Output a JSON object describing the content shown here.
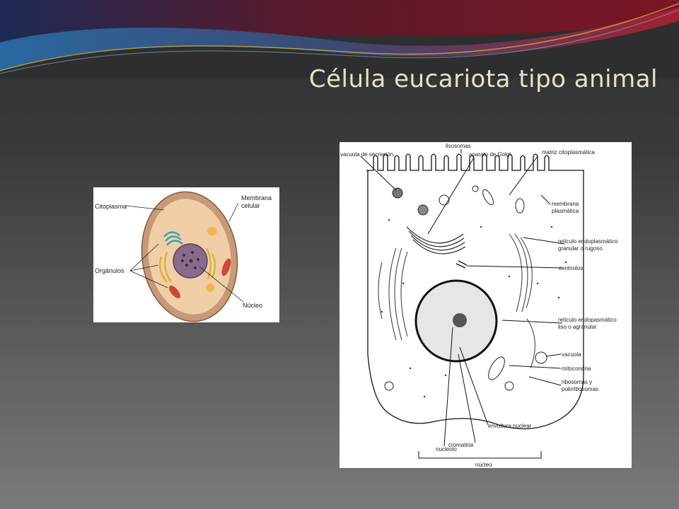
{
  "slide": {
    "title": "Célula eucariota tipo animal"
  },
  "figure_simple": {
    "labels": {
      "citoplasma": "Citoplasma",
      "membrana_1": "Membrana",
      "membrana_2": "celular",
      "organulos": "Orgánulos",
      "nucleo": "Núcleo"
    }
  },
  "figure_detailed": {
    "labels": {
      "lisosomas": "lisosomas",
      "vacuola_secrecion": "vacuola de secreción",
      "aparato_golgi": "aparato de Golgi",
      "matriz": "matriz citoplasmática",
      "membrana_1": "membrana",
      "membrana_2": "plasmática",
      "reticulo_rugoso_1": "retículo endoplasmático",
      "reticulo_rugoso_2": "granular o rugoso",
      "centriolos": "centriolos",
      "reticulo_liso_1": "retículo endopasmático",
      "reticulo_liso_2": "liso o agranular",
      "vacuola": "vacuola",
      "mitocondria": "mitocondria",
      "ribosomas_1": "ribosomas y",
      "ribosomas_2": "polirribosomas",
      "envoltura": "envoltura nuclear",
      "cromatina": "cromatina",
      "nucleolo": "nucleolo",
      "nucleo": "núcleo"
    }
  }
}
